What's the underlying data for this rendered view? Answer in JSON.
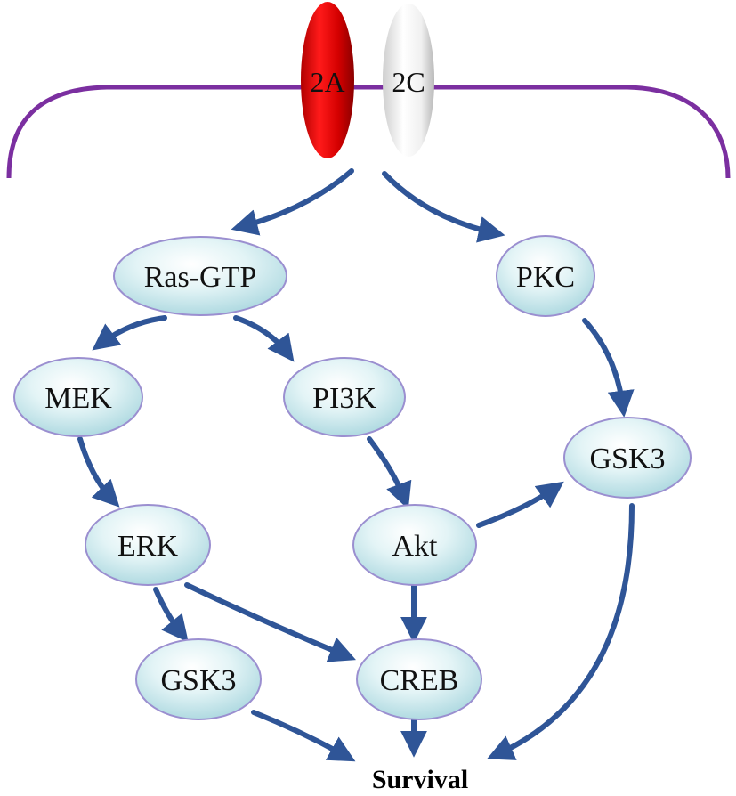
{
  "receptors": {
    "r2a": {
      "label": "2A",
      "color": "#d40000"
    },
    "r2c": {
      "label": "2C",
      "color": "#f2f2f2"
    }
  },
  "nodes": {
    "ras": "Ras-GTP",
    "pkc": "PKC",
    "mek": "MEK",
    "pi3k": "PI3K",
    "gsk3_right": "GSK3",
    "erk": "ERK",
    "akt": "Akt",
    "gsk3_left": "GSK3",
    "creb": "CREB"
  },
  "outcome": "Survival",
  "colors": {
    "membrane": "#7b2fa0",
    "arrow": "#2f5597",
    "node_fill": "#cde9ee",
    "node_stroke": "#9b8fd0"
  }
}
